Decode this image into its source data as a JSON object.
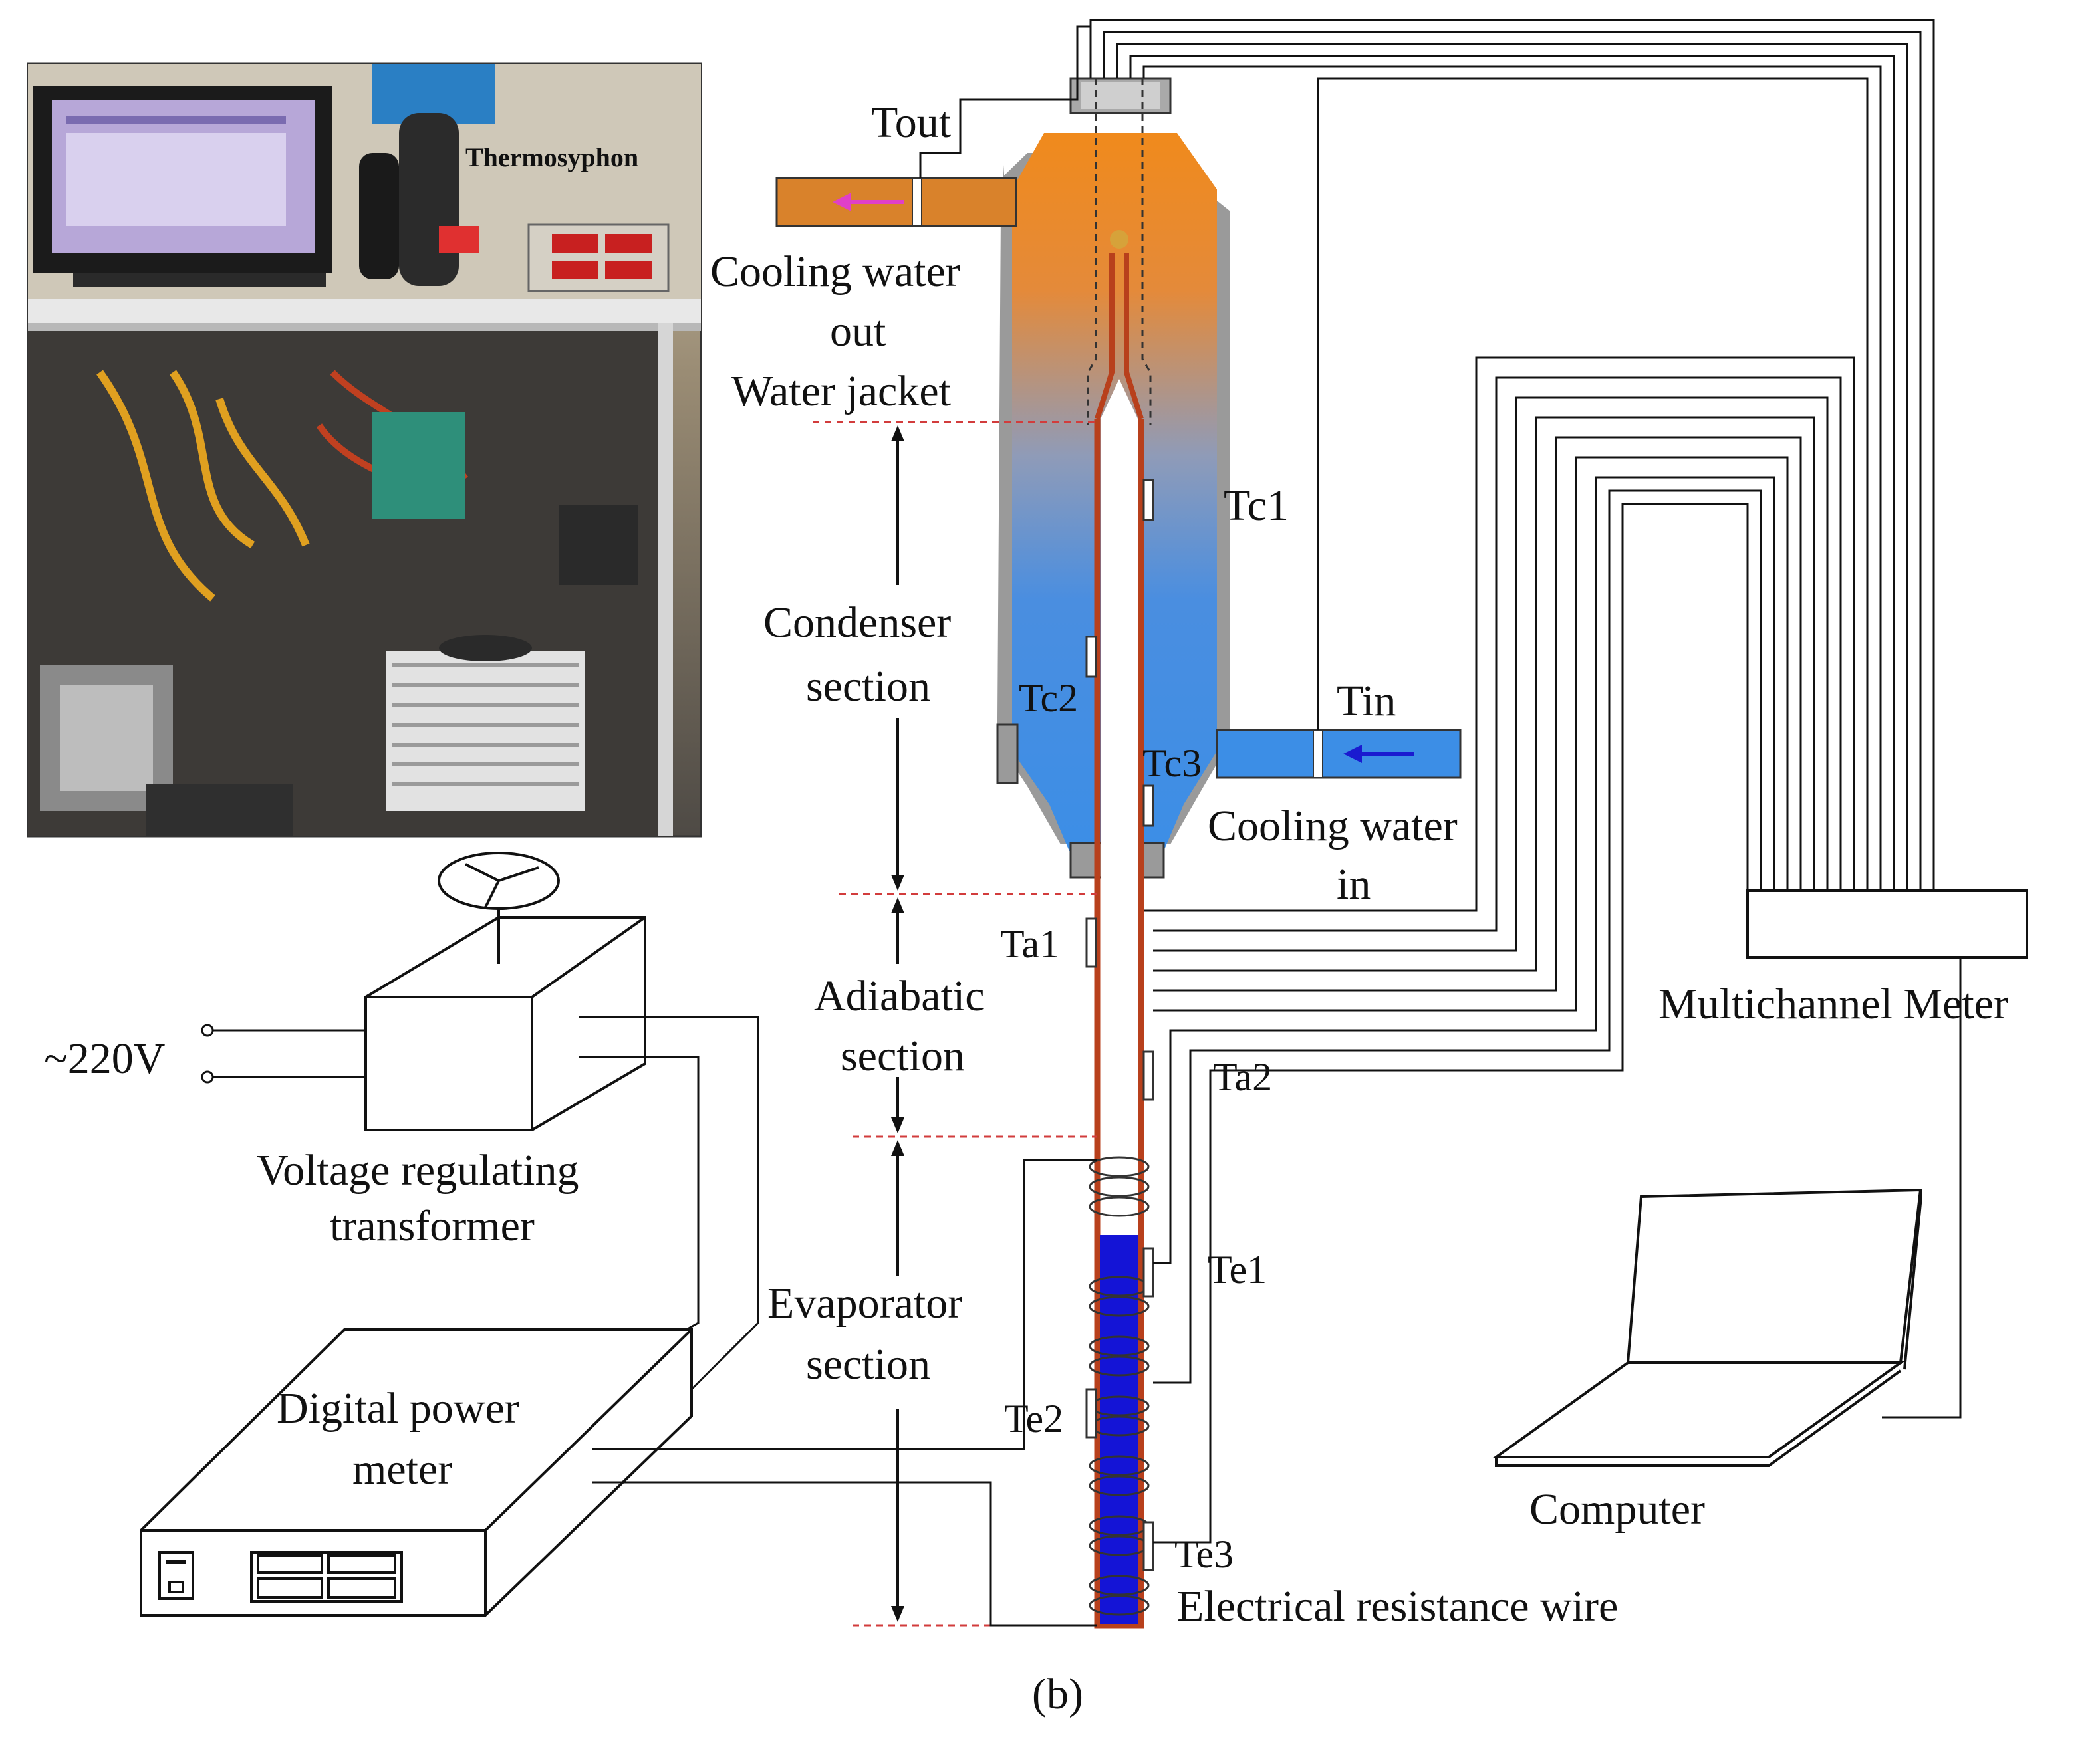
{
  "photo": {
    "label": "Thermosyphon"
  },
  "labels": {
    "tout": "Tout",
    "cooling_out_1": "Cooling water",
    "cooling_out_2": "out",
    "water_jacket": "Water jacket",
    "tc1": "Tc1",
    "condenser_1": "Condenser",
    "condenser_2": "section",
    "tc2": "Tc2",
    "tin": "Tin",
    "tc3": "Tc3",
    "cooling_in_1": "Cooling water",
    "cooling_in_2": "in",
    "ta1": "Ta1",
    "adiabatic_1": "Adiabatic",
    "adiabatic_2": "section",
    "ta2": "Ta2",
    "voltage": "~220V",
    "transformer_1": "Voltage regulating",
    "transformer_2": "transformer",
    "te1": "Te1",
    "evaporator_1": "Evaporator",
    "evaporator_2": "section",
    "digital_1": "Digital power",
    "digital_2": "meter",
    "te2": "Te2",
    "te3": "Te3",
    "resistance_wire": "Electrical resistance wire",
    "multichannel": "Multichannel Meter",
    "computer": "Computer",
    "caption": "(b)"
  },
  "colors": {
    "condenser_top": "#f08a1c",
    "condenser_bottom": "#3c8ee6",
    "inlet_pipe": "#3c8ee6",
    "outlet_pipe": "#d9822b",
    "liquid_pool": "#1414d6",
    "tube_wall": "#b8401c",
    "section_marker": "#d23c3c"
  },
  "icons": {
    "outlet_arrow": "arrow-left-icon",
    "inlet_arrow": "arrow-left-icon"
  }
}
